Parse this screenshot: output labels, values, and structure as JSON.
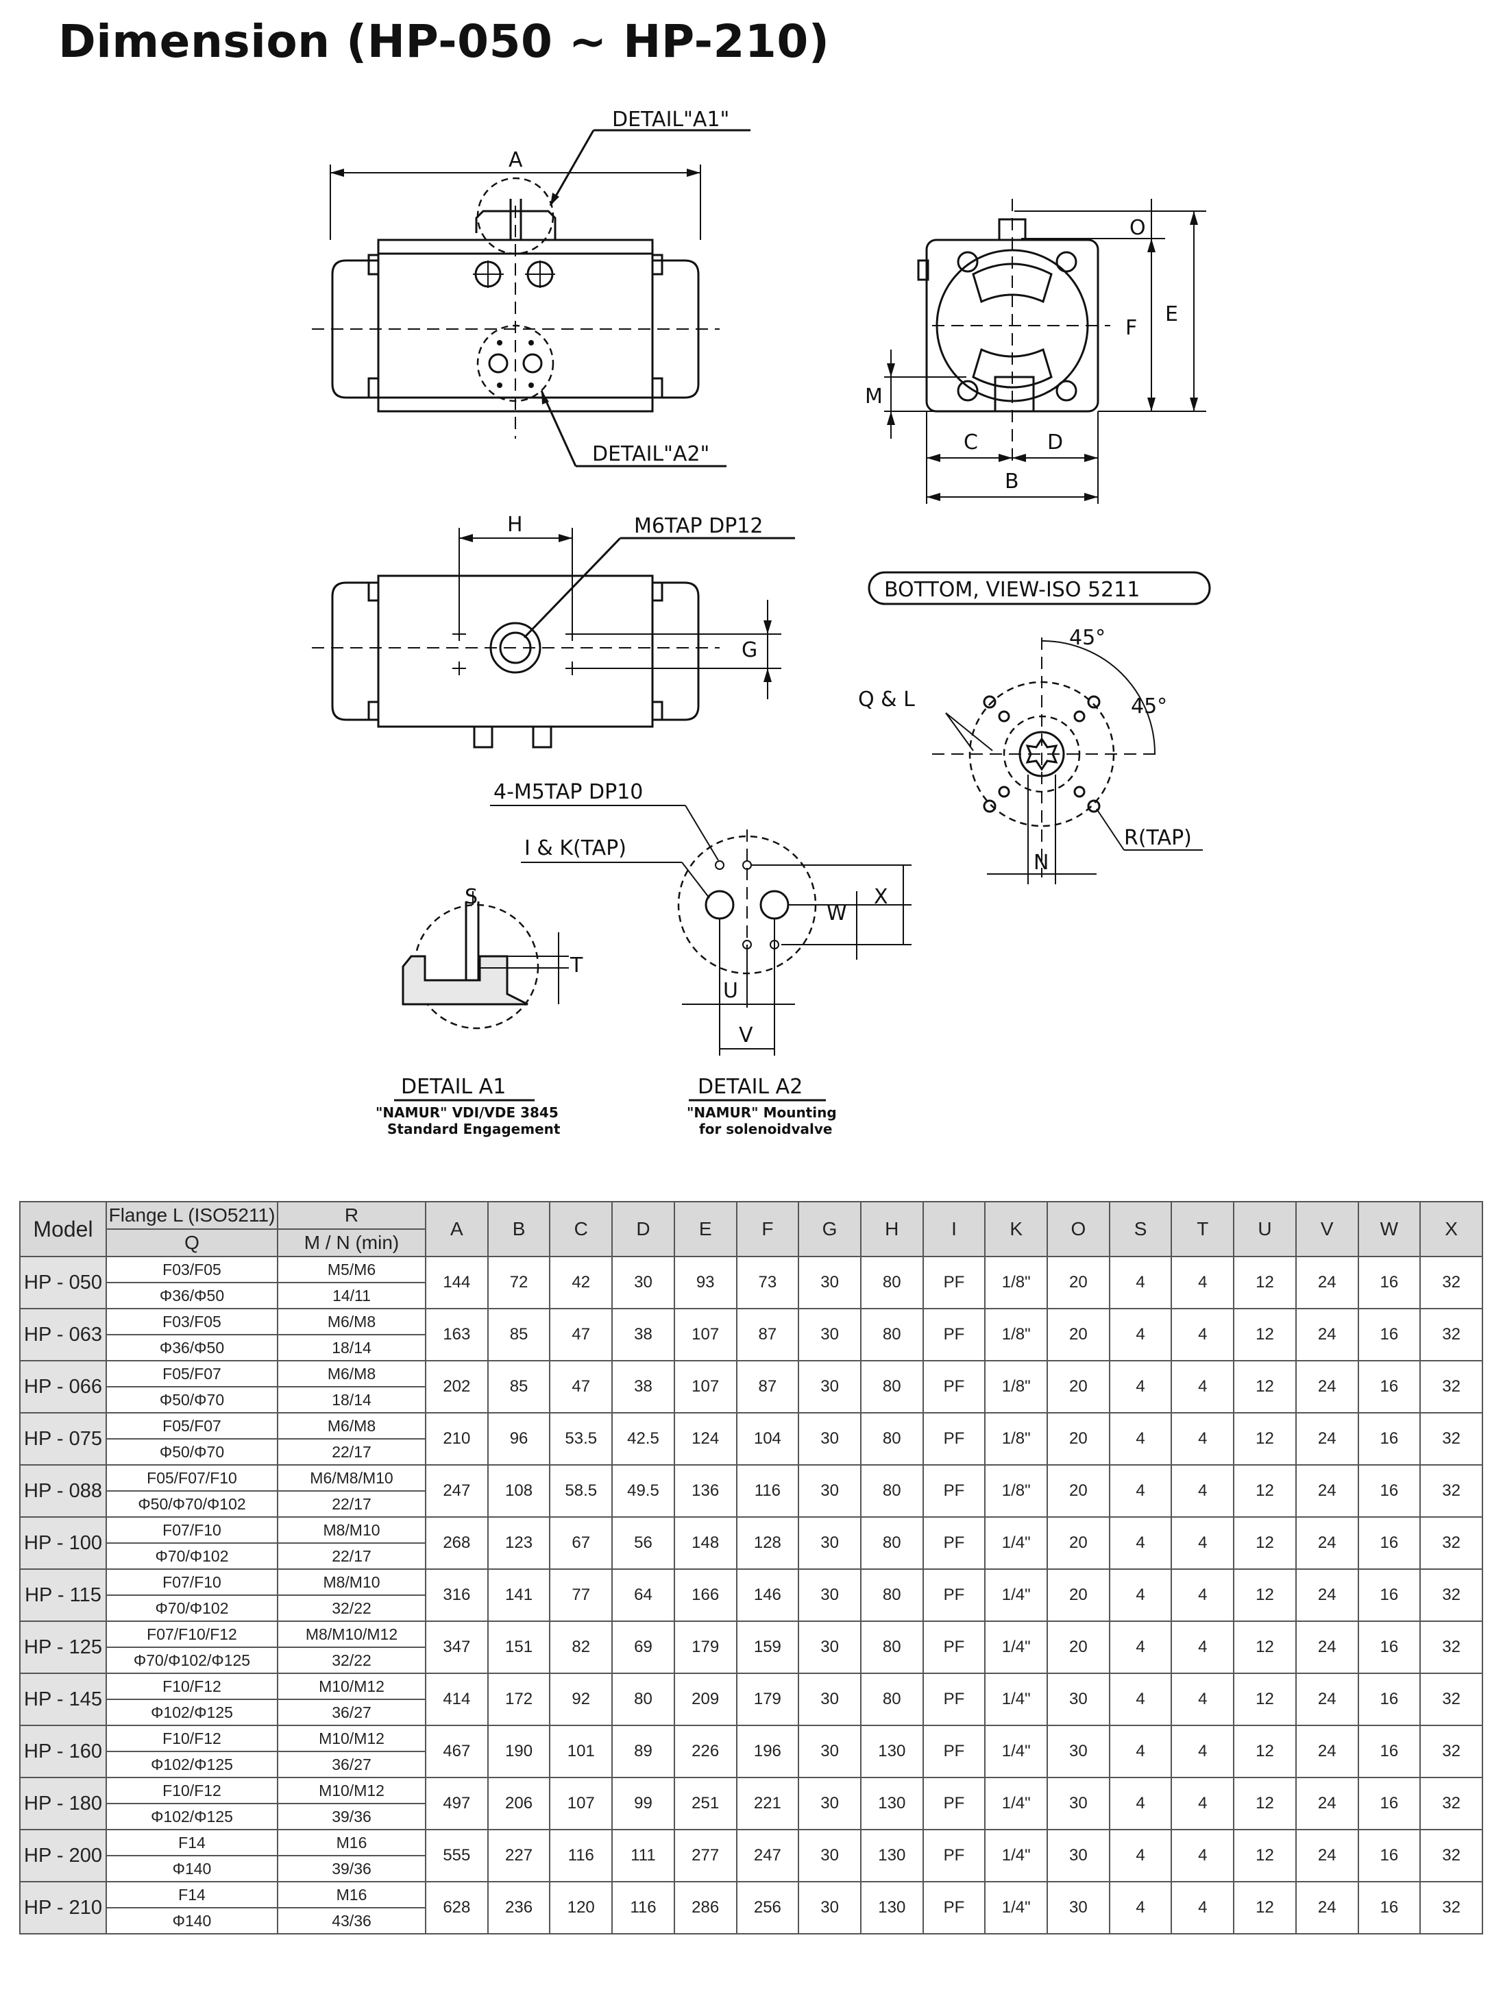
{
  "page": {
    "title": "Dimension (HP-050 ~ HP-210)"
  },
  "drawing": {
    "front_view": {
      "dim_A": "A",
      "detail_a1_callout": "DETAIL\"A1\"",
      "detail_a2_callout": "DETAIL\"A2\""
    },
    "side_view": {
      "dim_O": "O",
      "dim_E": "E",
      "dim_F": "F",
      "dim_M": "M",
      "dim_C": "C",
      "dim_D": "D",
      "dim_B": "B"
    },
    "top_view": {
      "dim_H": "H",
      "dim_G": "G",
      "tap_label": "M6TAP DP12"
    },
    "bottom_view": {
      "title": "BOTTOM, VIEW-ISO 5211",
      "angle_1": "45°",
      "angle_2": "45°",
      "q_and_l": "Q & L",
      "r_tap": "R(TAP)",
      "dim_N": "N"
    },
    "detail_a1": {
      "dim_S": "S",
      "dim_T": "T",
      "title": "DETAIL A1",
      "subtitle_1": "\"NAMUR\" VDI/VDE 3845",
      "subtitle_2": "Standard Engagement"
    },
    "detail_a2": {
      "tap_label": "4-M5TAP DP10",
      "ik_label": "I & K(TAP)",
      "dim_W": "W",
      "dim_X": "X",
      "dim_U": "U",
      "dim_V": "V",
      "title": "DETAIL A2",
      "subtitle_1": "\"NAMUR\" Mounting",
      "subtitle_2": "for solenoidvalve"
    }
  },
  "table": {
    "header": {
      "model": "Model",
      "flange": "Flange L (ISO5211)",
      "q": "Q",
      "r": "R",
      "mn": "M / N (min)",
      "cols": [
        "A",
        "B",
        "C",
        "D",
        "E",
        "F",
        "G",
        "H",
        "I",
        "K",
        "O",
        "S",
        "T",
        "U",
        "V",
        "W",
        "X"
      ]
    },
    "rows": [
      {
        "model": "HP - 050",
        "l": "F03/F05",
        "q": "Φ36/Φ50",
        "r": "M5/M6",
        "mn": "14/11",
        "v": [
          "144",
          "72",
          "42",
          "30",
          "93",
          "73",
          "30",
          "80",
          "PF",
          "1/8\"",
          "20",
          "4",
          "4",
          "12",
          "24",
          "16",
          "32"
        ]
      },
      {
        "model": "HP - 063",
        "l": "F03/F05",
        "q": "Φ36/Φ50",
        "r": "M6/M8",
        "mn": "18/14",
        "v": [
          "163",
          "85",
          "47",
          "38",
          "107",
          "87",
          "30",
          "80",
          "PF",
          "1/8\"",
          "20",
          "4",
          "4",
          "12",
          "24",
          "16",
          "32"
        ]
      },
      {
        "model": "HP - 066",
        "l": "F05/F07",
        "q": "Φ50/Φ70",
        "r": "M6/M8",
        "mn": "18/14",
        "v": [
          "202",
          "85",
          "47",
          "38",
          "107",
          "87",
          "30",
          "80",
          "PF",
          "1/8\"",
          "20",
          "4",
          "4",
          "12",
          "24",
          "16",
          "32"
        ]
      },
      {
        "model": "HP - 075",
        "l": "F05/F07",
        "q": "Φ50/Φ70",
        "r": "M6/M8",
        "mn": "22/17",
        "v": [
          "210",
          "96",
          "53.5",
          "42.5",
          "124",
          "104",
          "30",
          "80",
          "PF",
          "1/8\"",
          "20",
          "4",
          "4",
          "12",
          "24",
          "16",
          "32"
        ]
      },
      {
        "model": "HP - 088",
        "l": "F05/F07/F10",
        "q": "Φ50/Φ70/Φ102",
        "r": "M6/M8/M10",
        "mn": "22/17",
        "v": [
          "247",
          "108",
          "58.5",
          "49.5",
          "136",
          "116",
          "30",
          "80",
          "PF",
          "1/8\"",
          "20",
          "4",
          "4",
          "12",
          "24",
          "16",
          "32"
        ]
      },
      {
        "model": "HP - 100",
        "l": "F07/F10",
        "q": "Φ70/Φ102",
        "r": "M8/M10",
        "mn": "22/17",
        "v": [
          "268",
          "123",
          "67",
          "56",
          "148",
          "128",
          "30",
          "80",
          "PF",
          "1/4\"",
          "20",
          "4",
          "4",
          "12",
          "24",
          "16",
          "32"
        ]
      },
      {
        "model": "HP - 115",
        "l": "F07/F10",
        "q": "Φ70/Φ102",
        "r": "M8/M10",
        "mn": "32/22",
        "v": [
          "316",
          "141",
          "77",
          "64",
          "166",
          "146",
          "30",
          "80",
          "PF",
          "1/4\"",
          "20",
          "4",
          "4",
          "12",
          "24",
          "16",
          "32"
        ]
      },
      {
        "model": "HP - 125",
        "l": "F07/F10/F12",
        "q": "Φ70/Φ102/Φ125",
        "r": "M8/M10/M12",
        "mn": "32/22",
        "v": [
          "347",
          "151",
          "82",
          "69",
          "179",
          "159",
          "30",
          "80",
          "PF",
          "1/4\"",
          "20",
          "4",
          "4",
          "12",
          "24",
          "16",
          "32"
        ]
      },
      {
        "model": "HP - 145",
        "l": "F10/F12",
        "q": "Φ102/Φ125",
        "r": "M10/M12",
        "mn": "36/27",
        "v": [
          "414",
          "172",
          "92",
          "80",
          "209",
          "179",
          "30",
          "80",
          "PF",
          "1/4\"",
          "30",
          "4",
          "4",
          "12",
          "24",
          "16",
          "32"
        ]
      },
      {
        "model": "HP - 160",
        "l": "F10/F12",
        "q": "Φ102/Φ125",
        "r": "M10/M12",
        "mn": "36/27",
        "v": [
          "467",
          "190",
          "101",
          "89",
          "226",
          "196",
          "30",
          "130",
          "PF",
          "1/4\"",
          "30",
          "4",
          "4",
          "12",
          "24",
          "16",
          "32"
        ]
      },
      {
        "model": "HP - 180",
        "l": "F10/F12",
        "q": "Φ102/Φ125",
        "r": "M10/M12",
        "mn": "39/36",
        "v": [
          "497",
          "206",
          "107",
          "99",
          "251",
          "221",
          "30",
          "130",
          "PF",
          "1/4\"",
          "30",
          "4",
          "4",
          "12",
          "24",
          "16",
          "32"
        ]
      },
      {
        "model": "HP - 200",
        "l": "F14",
        "q": "Φ140",
        "r": "M16",
        "mn": "39/36",
        "v": [
          "555",
          "227",
          "116",
          "111",
          "277",
          "247",
          "30",
          "130",
          "PF",
          "1/4\"",
          "30",
          "4",
          "4",
          "12",
          "24",
          "16",
          "32"
        ]
      },
      {
        "model": "HP - 210",
        "l": "F14",
        "q": "Φ140",
        "r": "M16",
        "mn": "43/36",
        "v": [
          "628",
          "236",
          "120",
          "116",
          "286",
          "256",
          "30",
          "130",
          "PF",
          "1/4\"",
          "30",
          "4",
          "4",
          "12",
          "24",
          "16",
          "32"
        ]
      }
    ]
  }
}
